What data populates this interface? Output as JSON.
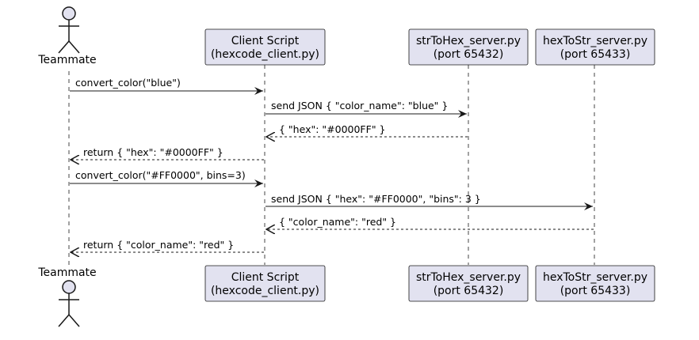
{
  "actor": {
    "name": "Teammate"
  },
  "participants": [
    {
      "id": "client",
      "line1": "Client Script",
      "line2": "(hexcode_client.py)"
    },
    {
      "id": "s2h",
      "line1": "strToHex_server.py",
      "line2": "(port 65432)"
    },
    {
      "id": "h2s",
      "line1": "hexToStr_server.py",
      "line2": "(port 65433)"
    }
  ],
  "messages": [
    {
      "from": "actor",
      "to": "client",
      "style": "solid",
      "label": "convert_color(\"blue\")"
    },
    {
      "from": "client",
      "to": "s2h",
      "style": "solid",
      "label": "send JSON { \"color_name\": \"blue\" }"
    },
    {
      "from": "s2h",
      "to": "client",
      "style": "dashed",
      "label": "{ \"hex\": \"#0000FF\" }"
    },
    {
      "from": "client",
      "to": "actor",
      "style": "dashed",
      "label": "return { \"hex\": \"#0000FF\" }"
    },
    {
      "from": "actor",
      "to": "client",
      "style": "solid",
      "label": "convert_color(\"#FF0000\", bins=3)"
    },
    {
      "from": "client",
      "to": "h2s",
      "style": "solid",
      "label": "send JSON { \"hex\": \"#FF0000\", \"bins\": 3 }"
    },
    {
      "from": "h2s",
      "to": "client",
      "style": "dashed",
      "label": "{ \"color_name\": \"red\" }"
    },
    {
      "from": "client",
      "to": "actor",
      "style": "dashed",
      "label": "return { \"color_name\": \"red\" }"
    }
  ],
  "colors": {
    "participant_fill": "#e2e2f0",
    "participant_stroke": "#181818",
    "lifeline": "#181818",
    "arrow": "#181818",
    "text": "#000000"
  }
}
